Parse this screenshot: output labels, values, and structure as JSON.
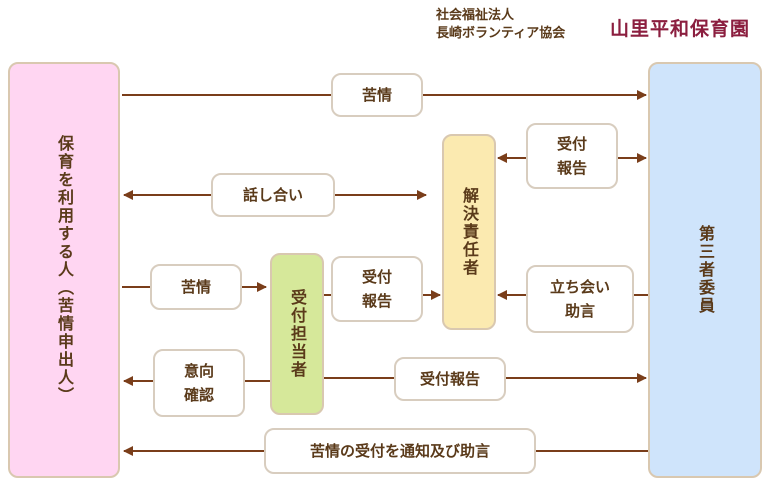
{
  "header": {
    "org_line1": "社会福祉法人",
    "org_line2": "長崎ボランティア協会",
    "name": "山里平和保育園"
  },
  "nodes": {
    "complainant": "保育を利用する人（苦情申出人）",
    "third_party": "第三者委員",
    "resolver": "解決責任者",
    "receiver": "受付担当者"
  },
  "labels": {
    "complaint_top": "苦情",
    "discussion": "話し合い",
    "report_third_a": "受付",
    "report_third_b": "報告",
    "complaint_mid": "苦情",
    "report_resolver_a": "受付",
    "report_resolver_b": "報告",
    "advice_a": "立ち会い",
    "advice_b": "助言",
    "confirm_a": "意向",
    "confirm_b": "確認",
    "report_bottom": "受付報告",
    "notify": "苦情の受付を通知及び助言"
  },
  "colors": {
    "complainant_fill": "#ffd6f2",
    "third_party_fill": "#cfe4fb",
    "resolver_fill": "#fbeab0",
    "receiver_fill": "#d6e89a",
    "arrow": "#7a3e1a",
    "brand": "#8b1e3f"
  }
}
